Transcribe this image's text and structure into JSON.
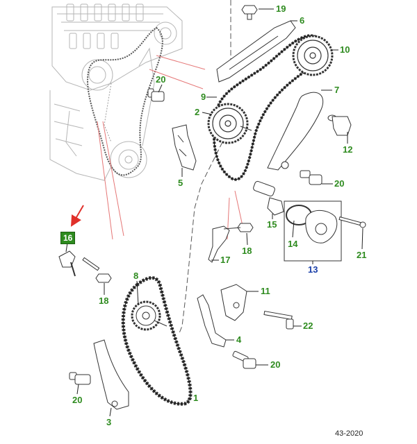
{
  "diagram": {
    "reference_code": "43-2020",
    "callouts": [
      {
        "id": "c19",
        "text": "19"
      },
      {
        "id": "c6",
        "text": "6"
      },
      {
        "id": "c10",
        "text": "10"
      },
      {
        "id": "c20a",
        "text": "20"
      },
      {
        "id": "c9",
        "text": "9"
      },
      {
        "id": "c7",
        "text": "7"
      },
      {
        "id": "c2",
        "text": "2"
      },
      {
        "id": "c12",
        "text": "12"
      },
      {
        "id": "c5",
        "text": "5"
      },
      {
        "id": "c20b",
        "text": "20"
      },
      {
        "id": "c16",
        "text": "16"
      },
      {
        "id": "c15",
        "text": "15"
      },
      {
        "id": "c14",
        "text": "14"
      },
      {
        "id": "c18a",
        "text": "18"
      },
      {
        "id": "c17",
        "text": "17"
      },
      {
        "id": "c13",
        "text": "13"
      },
      {
        "id": "c21",
        "text": "21"
      },
      {
        "id": "c18b",
        "text": "18"
      },
      {
        "id": "c8",
        "text": "8"
      },
      {
        "id": "c11",
        "text": "11"
      },
      {
        "id": "c22",
        "text": "22"
      },
      {
        "id": "c4",
        "text": "4"
      },
      {
        "id": "c20c",
        "text": "20"
      },
      {
        "id": "c1",
        "text": "1"
      },
      {
        "id": "c20d",
        "text": "20"
      },
      {
        "id": "c3",
        "text": "3"
      }
    ],
    "colors": {
      "callout_text": "#2e8b1f",
      "callout_highlight": "#2e8b1f",
      "assembly_label": "#1a3fa8",
      "pointer_arrow": "#e0302a",
      "leader_lines": "#222222",
      "engine_sketch": "#b5b5b5",
      "projection_lines": "#e57777"
    }
  }
}
